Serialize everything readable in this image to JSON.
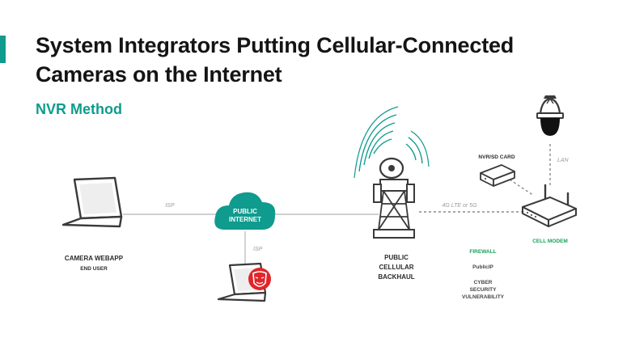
{
  "slide": {
    "title": "System Integrators Putting Cellular-Connected Cameras on the Internet",
    "subtitle": "NVR Method"
  },
  "colors": {
    "accent": "#0f9b8e",
    "firewall": "#18a05a",
    "threat": "#e0262b",
    "device_stroke": "#3a3a3a",
    "line": "#b5b5b5"
  },
  "nodes": {
    "camera_webapp": {
      "label": "CAMERA WEBAPP",
      "sublabel": "END USER",
      "icon": "laptop-icon"
    },
    "cloud": {
      "label_line1": "PUBLIC",
      "label_line2": "INTERNET",
      "icon": "cloud-icon"
    },
    "attacker": {
      "icon": "hacker-mask-icon"
    },
    "tower": {
      "label_line1": "PUBLIC",
      "label_line2": "CELLULAR",
      "label_line3": "BACKHAUL",
      "icon": "cell-tower-icon"
    },
    "nvr": {
      "label": "NVR/SD CARD",
      "icon": "nvr-box-icon"
    },
    "camera": {
      "icon": "dome-camera-icon"
    },
    "modem": {
      "label": "CELL MODEM",
      "icon": "router-icon"
    }
  },
  "links": {
    "isp_top": "ISP",
    "isp_down": "ISP",
    "cellular": "4G LTE or 5G",
    "lan": "LAN"
  },
  "security": {
    "firewall": "FIREWALL",
    "public_ip": "PublicIP",
    "cyber_line1": "CYBER",
    "cyber_line2": "SECURITY",
    "cyber_line3": "VULNERABILITY"
  }
}
